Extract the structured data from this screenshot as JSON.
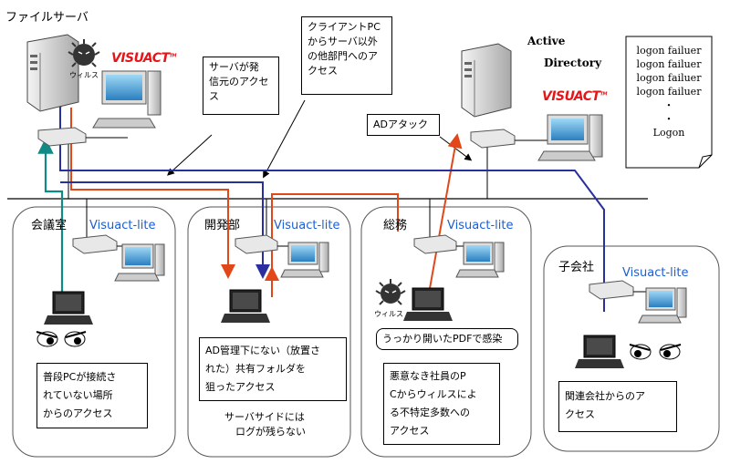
{
  "file_server_title": "ファイルサーバ",
  "ad_title_line1": "Active",
  "ad_title_line2": "Directory",
  "virus_label": "ウィルス",
  "logo": "VISUACT",
  "logo_tm": "TM",
  "visuact_lite": "Visuact-lite",
  "callouts": {
    "server_origin": [
      "サーバが発",
      "信元のアクセ",
      "ス"
    ],
    "client_pc": [
      "クライアントPC",
      "からサーバ以外",
      "の他部門へのア",
      "クセス"
    ],
    "ad_attack": "ADアタック"
  },
  "log_box": [
    "logon failuer",
    "logon failuer",
    "logon failuer",
    "logon failuer",
    "・",
    "・",
    "Logon"
  ],
  "departments": {
    "meeting_room": "会議室",
    "dev": "開発部",
    "general_affairs": "総務",
    "subsidiary": "子会社"
  },
  "notes": {
    "meeting_room": [
      "普段PCが接続さ",
      "れていない場所",
      "からのアクセス"
    ],
    "dev": [
      "AD管理下にない（放置さ",
      "れた）共有フォルダを",
      "狙ったアクセス"
    ],
    "dev_caption": [
      "サーバサイドには",
      "ログが残らない"
    ],
    "pdf": "うっかり開いたPDFで感染",
    "general_affairs": [
      "悪意なき社員のP",
      "Cからウィルスによ",
      "る不特定多数への",
      "アクセス"
    ],
    "subsidiary": [
      "関連会社からのア",
      "クセス"
    ]
  },
  "colors": {
    "teal": "#118a86",
    "orange": "#e2471a",
    "blue": "#2a2fa0",
    "visuact_blue": "#1a5fd6",
    "logo_red": "#e3161a"
  }
}
